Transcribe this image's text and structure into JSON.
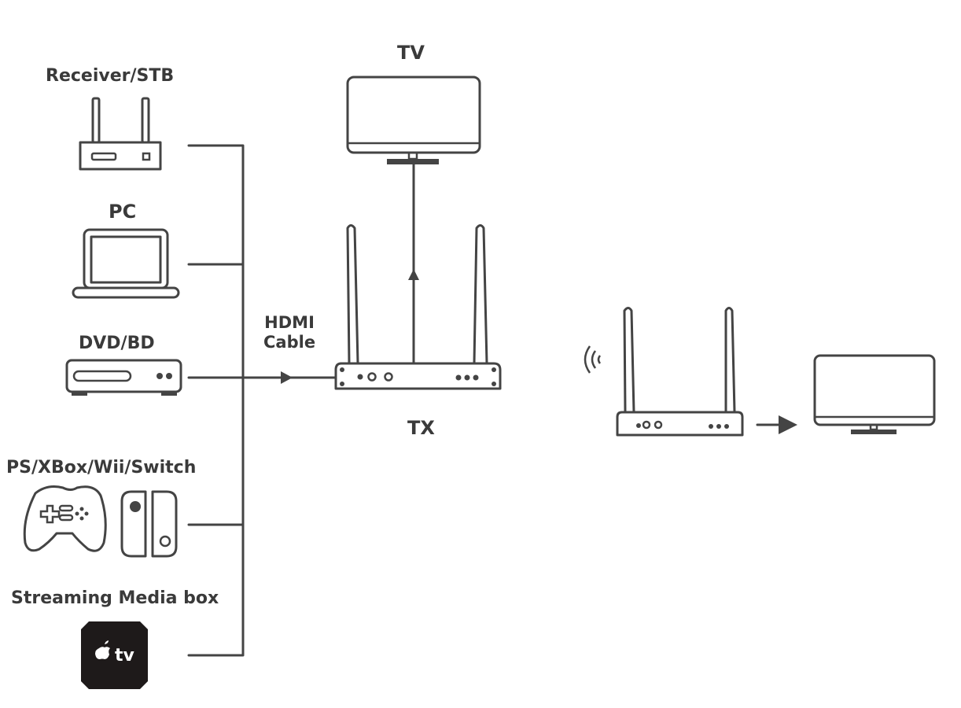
{
  "diagram": {
    "sources": [
      {
        "id": "receiver",
        "label": "Receiver/STB",
        "icon": "receiver-icon"
      },
      {
        "id": "pc",
        "label": "PC",
        "icon": "laptop-icon"
      },
      {
        "id": "dvd",
        "label": "DVD/BD",
        "icon": "dvd-player-icon"
      },
      {
        "id": "console",
        "label": "PS/XBox/Wii/Switch",
        "icon": "game-console-icon"
      },
      {
        "id": "streaming",
        "label": "Streaming Media box",
        "icon": "apple-tv-icon",
        "badge_text": "tv"
      }
    ],
    "cable_label": "HDMI\nCable",
    "cable_label_line1": "HDMI",
    "cable_label_line2": "Cable",
    "transmitter": {
      "label": "TX",
      "icon": "transmitter-icon"
    },
    "local_display": {
      "label": "TV",
      "icon": "tv-icon"
    },
    "receiver_unit": {
      "icon": "receiver-unit-icon",
      "signal_icon": "wireless-signal-icon"
    },
    "remote_display": {
      "icon": "tv-icon"
    },
    "colors": {
      "stroke": "#444444",
      "text": "#3a3a3a",
      "badge": "#1e1a1a"
    }
  }
}
